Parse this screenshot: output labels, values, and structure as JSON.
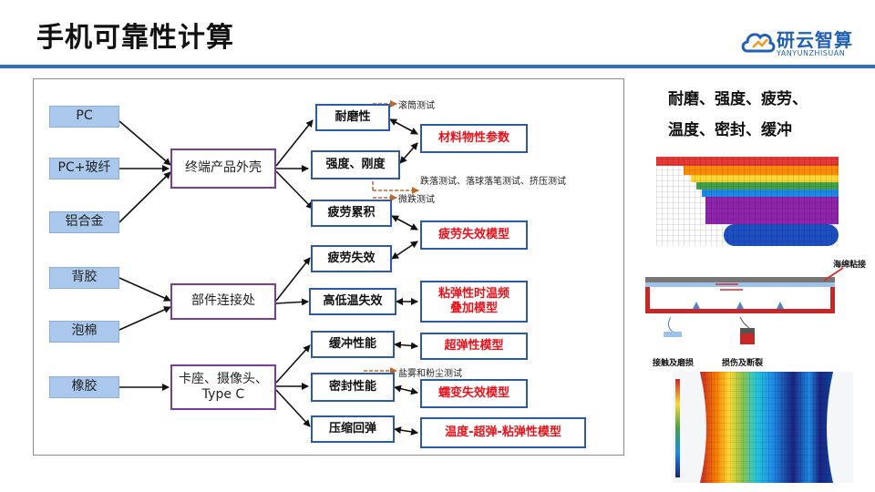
{
  "header": {
    "title": "手机可靠性计算",
    "logo_text": "研云智算",
    "logo_sub": "YANYUNZHISUAN"
  },
  "diagram": {
    "materials": [
      "PC",
      "PC+玻纤",
      "铝合金",
      "背胶",
      "泡棉",
      "橡胶"
    ],
    "groups": [
      "终端产品外壳",
      "部件连接处",
      "卡座、摄像头、",
      "Type C"
    ],
    "properties": [
      "耐磨性",
      "强度、刚度",
      "疲劳累积",
      "疲劳失效",
      "高低温失效",
      "缓冲性能",
      "密封性能",
      "压缩回弹"
    ],
    "models": [
      "材料物性参数",
      "疲劳失效模型",
      "粘弹性时温频",
      "叠加模型",
      "超弹性模型",
      "蠕变失效模型",
      "温度-超弹-粘弹性模型"
    ],
    "tests": [
      "滚筒测试",
      "跌落测试、落球落笔测试、挤压测试",
      "微跌测试",
      "盐雾和粉尘测试"
    ]
  },
  "right_panel": {
    "summary_line1": "耐磨、强度、疲劳、",
    "summary_line2": "温度、密封、缓冲",
    "adhesive_label": "海绵粘接",
    "contact_label": "接触及磨损",
    "damage_label": "损伤及断裂"
  },
  "colors": {
    "title_rule": "#2f6fc6",
    "material_fill": "#a9c8ec",
    "group_border": "#7a3d9a",
    "property_border": "#2a5aa8",
    "model_text": "#e8121b",
    "test_arrow": "#c0652b"
  }
}
